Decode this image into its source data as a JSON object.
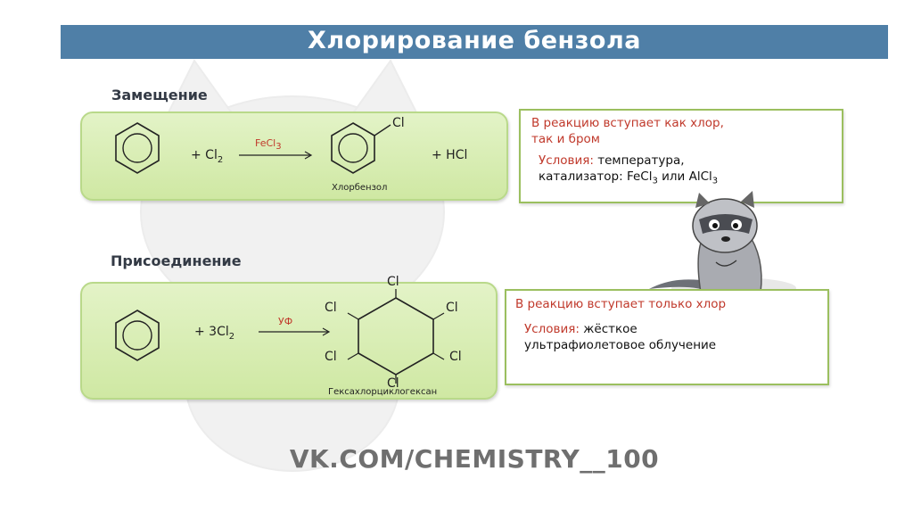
{
  "title": "Хлорирование бензола",
  "section1": "Замещение",
  "section2": "Присоединение",
  "reaction1": {
    "reagent": "+ Cl",
    "reagent_sub": "2",
    "catalyst": "FeCl",
    "catalyst_sub": "3",
    "product_cl": "Cl",
    "byproduct": "+ HCl",
    "product_name": "Хлорбензол"
  },
  "reaction2": {
    "reagent": "+ 3Cl",
    "reagent_sub": "2",
    "condition": "УФ",
    "cl_top": "Cl",
    "cl_left_top": "Cl",
    "cl_right_top": "Cl",
    "cl_left_bottom": "Cl",
    "cl_right_bottom": "Cl",
    "cl_bottom": "Cl",
    "product_name": "Гексахлорциклогексан"
  },
  "info1": {
    "line1": "В реакцию вступает как хлор,",
    "line2": "так и бром",
    "cond_label": "Условия:",
    "cond_text": " температура,",
    "cond_line2_pre": "катализатор: FeCl",
    "sub3a": "3",
    "cond_line2_mid": " или AlCl",
    "sub3b": "3"
  },
  "info2": {
    "line1": "В реакцию вступает только хлор",
    "cond_label": "Условия:",
    "cond_text": " жёсткое",
    "cond_line2": "ультрафиолетовое  облучение"
  },
  "footer": "VK.COM/CHEMISTRY__100",
  "colors": {
    "title_bar": "#4f7fa7",
    "box_green": "#d8edb4",
    "accent_red": "#c0392b"
  }
}
